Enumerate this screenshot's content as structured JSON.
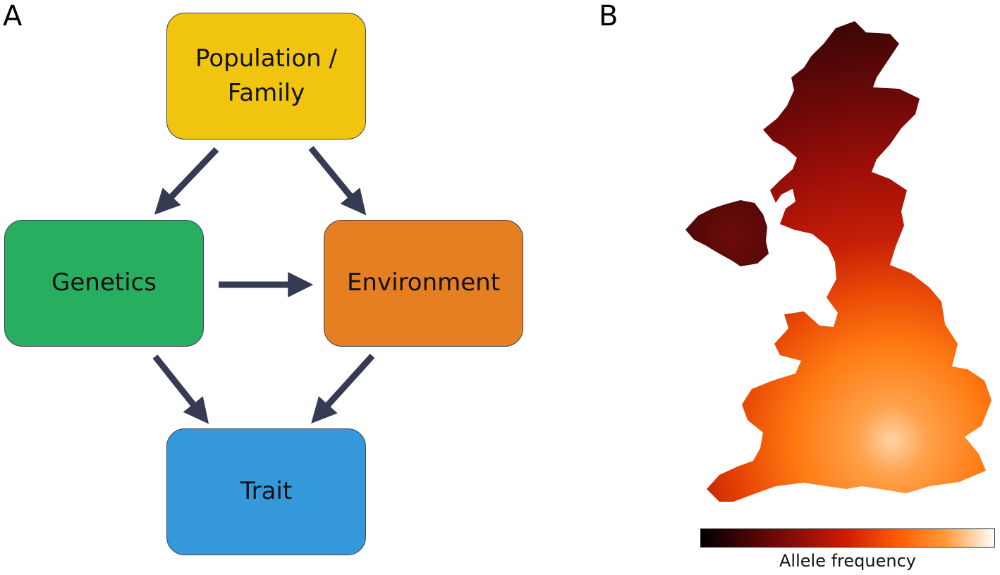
{
  "panels": {
    "a_letter": "A",
    "b_letter": "B"
  },
  "diagram": {
    "nodes": {
      "population": {
        "label": "Population /\nFamily",
        "color": "#f1c40f"
      },
      "genetics": {
        "label": "Genetics",
        "color": "#27ae60"
      },
      "environment": {
        "label": "Environment",
        "color": "#e67e22"
      },
      "trait": {
        "label": "Trait",
        "color": "#3498db"
      }
    },
    "edges": [
      {
        "from": "population",
        "to": "genetics"
      },
      {
        "from": "population",
        "to": "environment"
      },
      {
        "from": "genetics",
        "to": "environment"
      },
      {
        "from": "genetics",
        "to": "trait"
      },
      {
        "from": "environment",
        "to": "trait"
      }
    ],
    "arrow_color": "#363a53"
  },
  "map": {
    "colorbar_label": "Allele frequency",
    "colormap": "hot",
    "colorbar_colors": [
      "#000000",
      "#4a0505",
      "#8c0f0a",
      "#cf1d05",
      "#ff5a00",
      "#ff9a3a",
      "#ffffff"
    ],
    "gradient_note_colors": {
      "scotland_north": "#3a0606",
      "northern_ireland": "#6a0a0a",
      "wales": "#b31608",
      "north_england": "#c41e05",
      "south_east": "#ff8a2a",
      "london": "#ffc08a"
    }
  }
}
